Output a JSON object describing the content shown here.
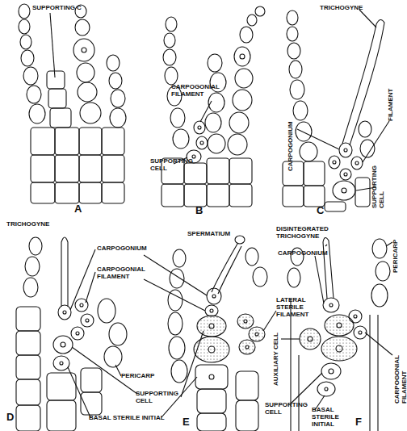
{
  "diagram": {
    "labels": [
      "SUPPORTING C",
      "A",
      "CARPOGONIAL FILAMENT",
      "SUPPORTING CELL",
      "B",
      "TRICHOGYNE",
      "CARPOGONIUM",
      "SUPPORTING CELL",
      "FILAMENT",
      "C",
      "TRICHOGYNE",
      "CARPOGONIUM",
      "CARPOGONIAL FILAMENT",
      "PERICARP",
      "SUPPORTING CELL",
      "BASAL STERILE INITIAL",
      "D",
      "SPERMATIUM",
      "LATERAL STERILE FILAMENT",
      "E",
      "DISINTEGRATED TRICHOGYNE",
      "CARPOGONIUM",
      "PERICARP",
      "AUXILIARY CELL",
      "CARPOGONIAL FILAMENT",
      "SUPPORTING CELL",
      "BASAL STERILE INITIAL",
      "F"
    ]
  }
}
